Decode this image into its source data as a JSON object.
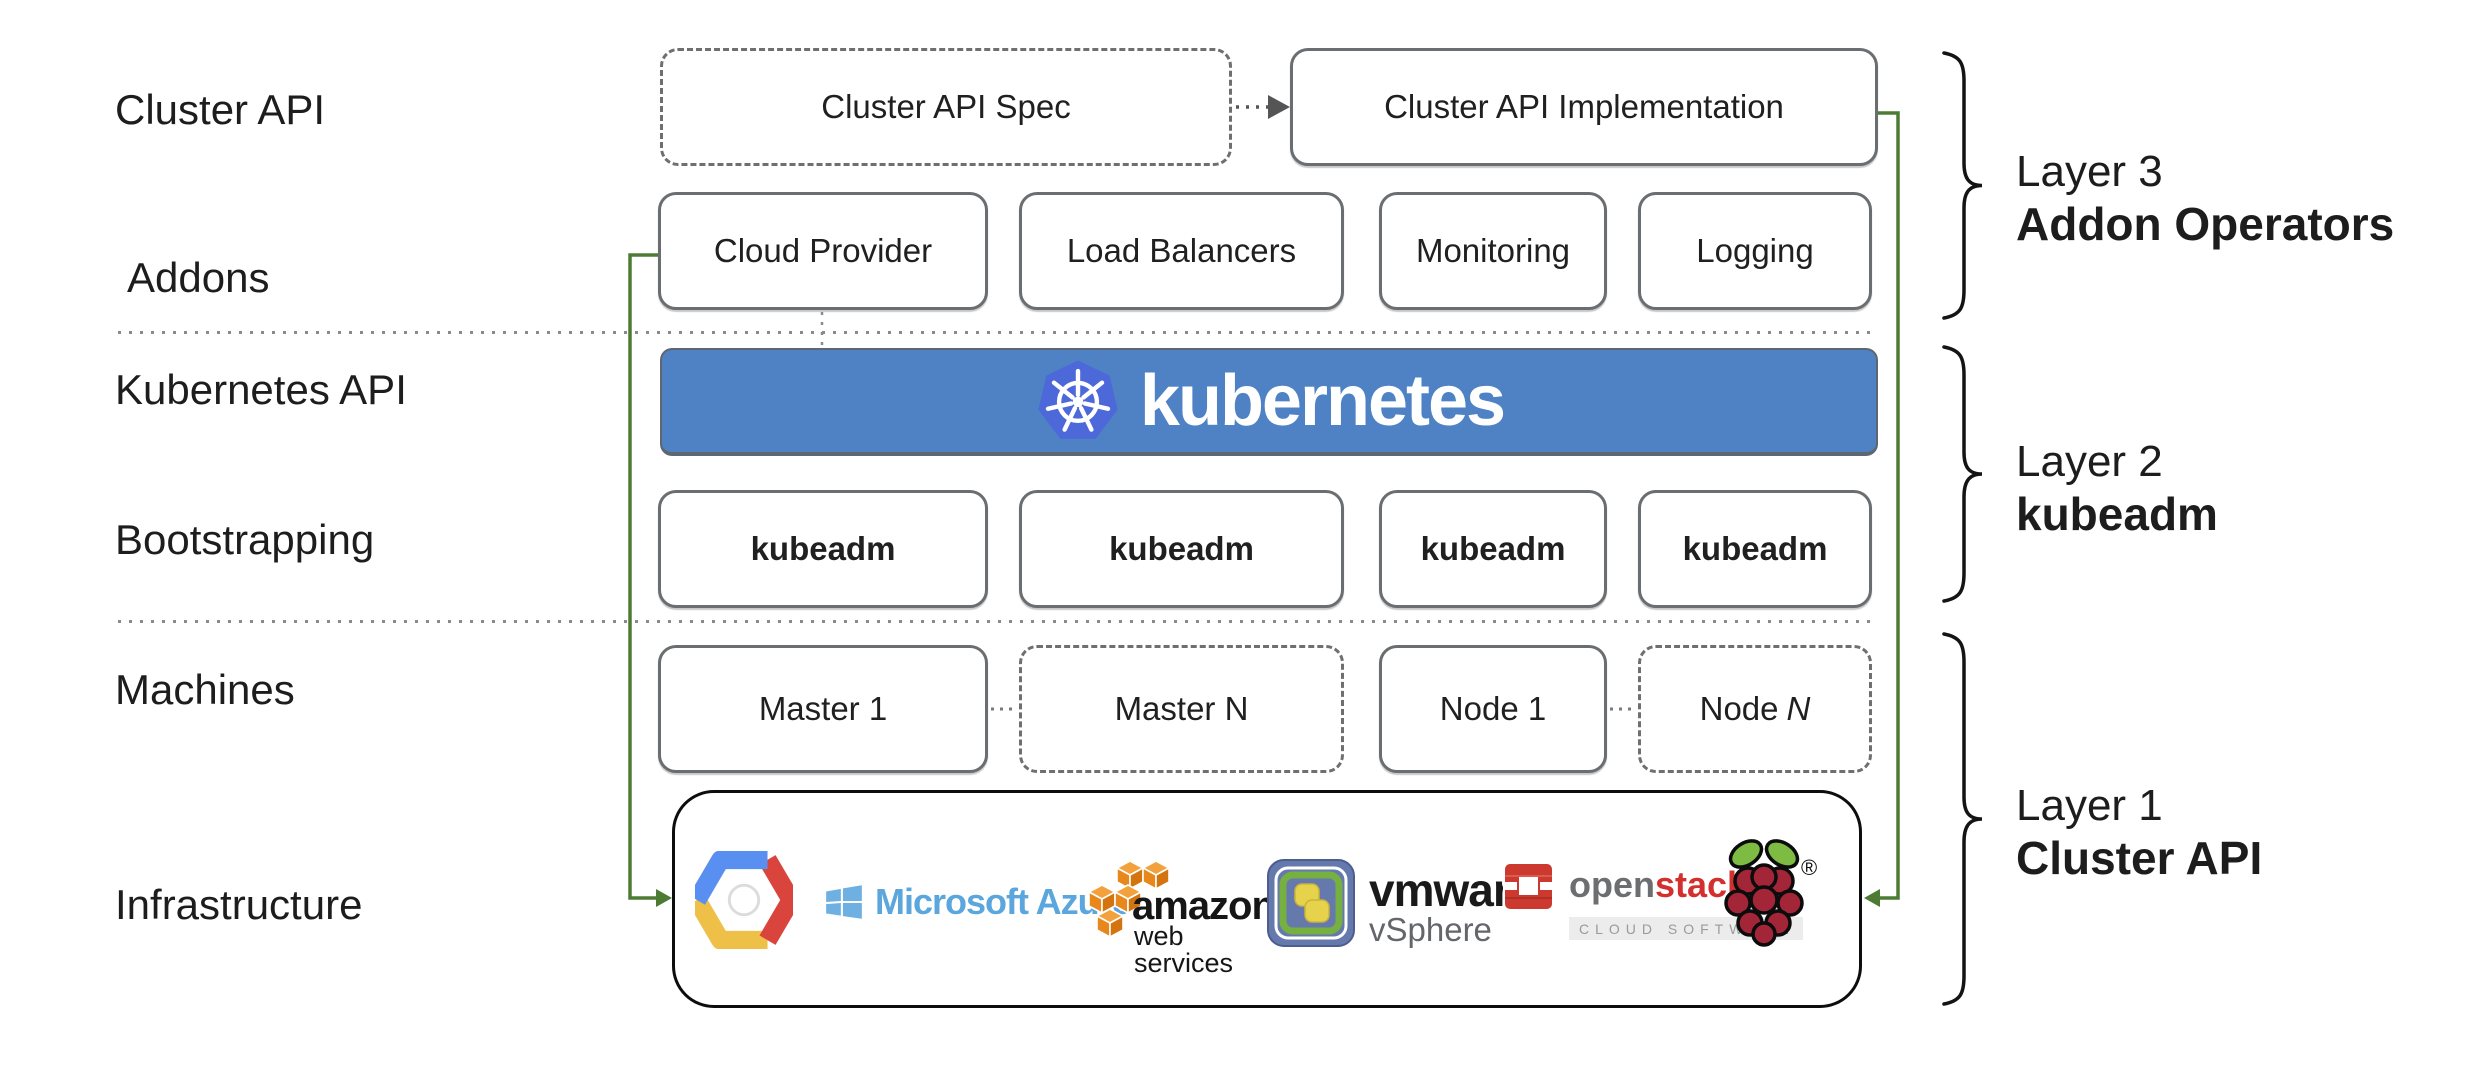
{
  "diagram": {
    "row_labels": [
      {
        "label": "Cluster API"
      },
      {
        "label": "Addons"
      },
      {
        "label": "Kubernetes API"
      },
      {
        "label": "Bootstrapping"
      },
      {
        "label": "Machines"
      },
      {
        "label": "Infrastructure"
      }
    ],
    "cluster_api_row": {
      "spec_label": "Cluster API Spec",
      "impl_label": "Cluster API Implementation"
    },
    "addons": [
      {
        "label": "Cloud Provider"
      },
      {
        "label": "Load Balancers"
      },
      {
        "label": "Monitoring"
      },
      {
        "label": "Logging"
      }
    ],
    "kubernetes_banner": {
      "label": "kubernetes"
    },
    "bootstrapping": [
      {
        "label": "kubeadm"
      },
      {
        "label": "kubeadm"
      },
      {
        "label": "kubeadm"
      },
      {
        "label": "kubeadm"
      }
    ],
    "machines": [
      {
        "label": "Master 1",
        "border": "solid",
        "label_italic": ""
      },
      {
        "label": "Master N",
        "border": "dashed",
        "label_italic": ""
      },
      {
        "label": "Node 1",
        "border": "solid",
        "label_italic": ""
      },
      {
        "label": "Node",
        "border": "dashed",
        "label_italic": "N"
      }
    ],
    "infrastructure": {
      "providers": [
        {
          "name": "Google Cloud Platform"
        },
        {
          "name": "Microsoft Azure",
          "text": "Microsoft Azure"
        },
        {
          "name": "Amazon Web Services",
          "text_primary": "amazon",
          "text_secondary": "web services"
        },
        {
          "name": "VMware vSphere",
          "text_primary": "vmware",
          "text_secondary": "vSphere"
        },
        {
          "name": "OpenStack",
          "text_gray": "open",
          "text_red": "stack",
          "tm": "™",
          "text_sub": "CLOUD SOFTWARE"
        },
        {
          "name": "Raspberry Pi",
          "registered": "®"
        }
      ]
    },
    "layers": [
      {
        "title": "Layer 3",
        "subtitle": "Addon Operators"
      },
      {
        "title": "Layer 2",
        "subtitle": "kubeadm"
      },
      {
        "title": "Layer 1",
        "subtitle": "Cluster API"
      }
    ],
    "connections": [
      {
        "from": "Cluster API Spec",
        "to": "Cluster API Implementation",
        "style": "dotted-arrow"
      },
      {
        "from": "Cloud Provider",
        "to": "Infrastructure box",
        "style": "green-line-arrow"
      },
      {
        "from": "Cluster API Implementation",
        "to": "Infrastructure box",
        "style": "green-line-arrow"
      }
    ],
    "colors": {
      "banner-blue": "#4e82c4",
      "k8s-logo-blue": "#4d68d8",
      "accent-green": "#4e7b33",
      "azure-blue": "#5ba7dd",
      "aws-orange": "#e8871a",
      "openstack-red": "#cc3a2f",
      "raspberry-crimson": "#a32638",
      "leaf-green": "#7dbb42",
      "vmware-slate": "#6679ad",
      "gcp-blue": "#5a8ff2",
      "gcp-red": "#d9453c",
      "gcp-yellow": "#efc048"
    }
  }
}
